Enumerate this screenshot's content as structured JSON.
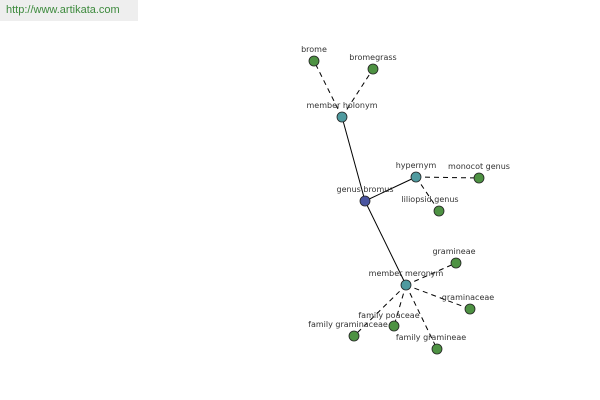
{
  "banner": {
    "text": "http://www.artikata.com",
    "color": "#3d8a3d"
  },
  "colors": {
    "center": "#4a55a0",
    "relation": "#4f9a9f",
    "leaf": "#4e9243",
    "edge": "#000000"
  },
  "nodes": [
    {
      "id": "genus",
      "label": "genus bromus",
      "kind": "center"
    },
    {
      "id": "holonym",
      "label": "member holonym",
      "kind": "relation"
    },
    {
      "id": "hypernym",
      "label": "hypernym",
      "kind": "relation"
    },
    {
      "id": "meronym",
      "label": "member meronym",
      "kind": "relation"
    },
    {
      "id": "brome",
      "label": "brome",
      "kind": "leaf"
    },
    {
      "id": "bromegrass",
      "label": "bromegrass",
      "kind": "leaf"
    },
    {
      "id": "monocot",
      "label": "monocot genus",
      "kind": "leaf"
    },
    {
      "id": "liliopsid",
      "label": "liliopsid genus",
      "kind": "leaf"
    },
    {
      "id": "gramineae",
      "label": "gramineae",
      "kind": "leaf"
    },
    {
      "id": "graminaceae",
      "label": "graminaceae",
      "kind": "leaf"
    },
    {
      "id": "poaceae",
      "label": "family poaceae",
      "kind": "leaf"
    },
    {
      "id": "fam_graminaceae",
      "label": "family graminaceae",
      "kind": "leaf"
    },
    {
      "id": "fam_gramineae",
      "label": "family gramineae",
      "kind": "leaf"
    }
  ],
  "edges": [
    {
      "from": "genus",
      "to": "holonym",
      "style": "solid"
    },
    {
      "from": "genus",
      "to": "hypernym",
      "style": "solid"
    },
    {
      "from": "genus",
      "to": "meronym",
      "style": "solid"
    },
    {
      "from": "holonym",
      "to": "brome",
      "style": "dashed"
    },
    {
      "from": "holonym",
      "to": "bromegrass",
      "style": "dashed"
    },
    {
      "from": "hypernym",
      "to": "monocot",
      "style": "dashed"
    },
    {
      "from": "hypernym",
      "to": "liliopsid",
      "style": "dashed"
    },
    {
      "from": "meronym",
      "to": "gramineae",
      "style": "dashed"
    },
    {
      "from": "meronym",
      "to": "graminaceae",
      "style": "dashed"
    },
    {
      "from": "meronym",
      "to": "poaceae",
      "style": "dashed"
    },
    {
      "from": "meronym",
      "to": "fam_graminaceae",
      "style": "dashed"
    },
    {
      "from": "meronym",
      "to": "fam_gramineae",
      "style": "dashed"
    }
  ]
}
